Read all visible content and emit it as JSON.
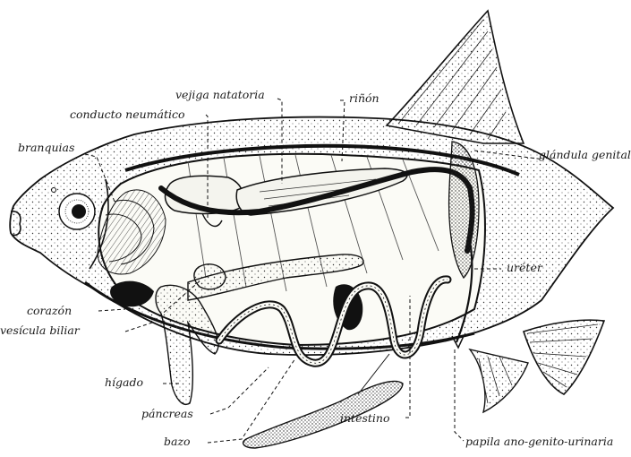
{
  "labels": {
    "vejiga_natatoria": "vejiga natatoria",
    "rinon": "riñón",
    "conducto_neumatico": "conducto neumático",
    "branquias": "branquias",
    "glandula_genital": "glándula genital",
    "ureter": "uréter",
    "corazon": "corazón",
    "vesicula_biliar": "vesícula biliar",
    "higado": "hígado",
    "pancreas": "páncreas",
    "intestino": "intestino",
    "bazo": "bazo",
    "papila": "papila ano-genito-urinaria"
  }
}
